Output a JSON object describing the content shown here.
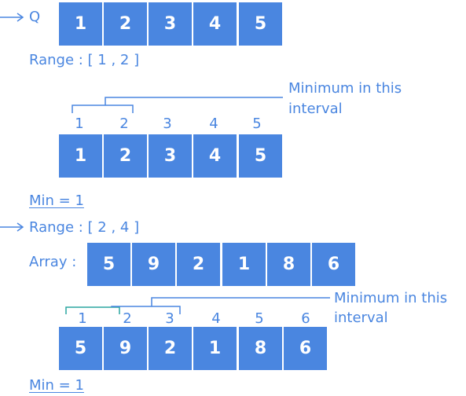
{
  "queries": [
    {
      "q_label": "Q",
      "range_text": "Range : [ 1 , 2 ]",
      "values": [
        "1",
        "2",
        "3",
        "4",
        "5"
      ],
      "indices": [
        "1",
        "2",
        "3",
        "4",
        "5"
      ],
      "annotation_line1": "Minimum in this",
      "annotation_line2": "interval",
      "result": "Min = 1"
    },
    {
      "range_text": "Range : [ 2 , 4 ]",
      "array_label": "Array :",
      "values": [
        "5",
        "9",
        "2",
        "1",
        "8",
        "6"
      ],
      "indices": [
        "1",
        "2",
        "3",
        "4",
        "5",
        "6"
      ],
      "annotation_line1": "Minimum in this",
      "annotation_line2": "interval",
      "result": "Min = 1"
    }
  ],
  "colors": {
    "accent": "#4a86e0",
    "bracket_green": "#2aa6a0"
  }
}
